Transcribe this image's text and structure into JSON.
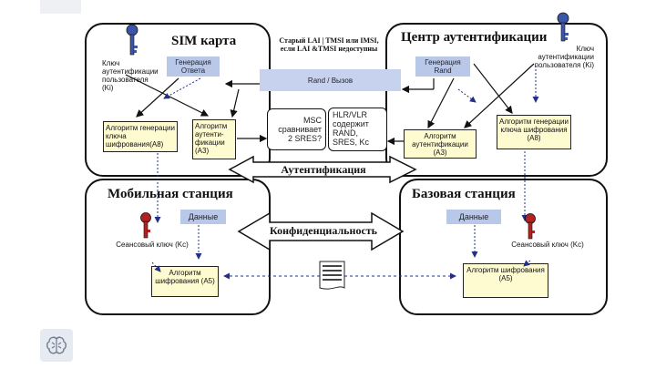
{
  "panels": {
    "sim": {
      "title": "SIM карта",
      "key_note": "Ключ аутентификации пользователя (Ki)",
      "gen_response": "Генерация Ответа",
      "algo_a8": "Алгоритм генерации ключа шифрования(А8)",
      "algo_a3": "Алгоритм аутенти-фикации (А3)"
    },
    "auth_center": {
      "title": "Центр аутентификации",
      "key_note": "Ключ аутентификации пользователя (Ki)",
      "gen_rand": "Генерация Rand",
      "algo_a3": "Алгоритм аутентификации (А3)",
      "algo_a8": "Алгоритм генерации ключа шифрования (А8)"
    },
    "mobile": {
      "title": "Мобильная станция",
      "data": "Данные",
      "session_key": "Сеансовый ключ (Kc)",
      "algo_a5": "Алгоритм шифрования (А5)"
    },
    "base": {
      "title": "Базовая станция",
      "data": "Данные",
      "session_key": "Сеансовый ключ (Kc)",
      "algo_a5": "Алгоритм шифрования (А5)"
    }
  },
  "center": {
    "top_note": "Старый LAI | TMSI или IMSI, если LAI &TMSI недоступны",
    "rand_banner": "Rand / Вызов",
    "msc_box": "MSC сравнивает 2 SRES?",
    "hlr_box": "HLR/VLR содержит RAND, SRES, Kc"
  },
  "arrows": {
    "auth": "Аутентификация",
    "conf": "Конфиденциальность"
  },
  "icons": {
    "key_blue": "#3d55a8",
    "key_red": "#b22222",
    "accent_blue": "#b9c8e8"
  }
}
